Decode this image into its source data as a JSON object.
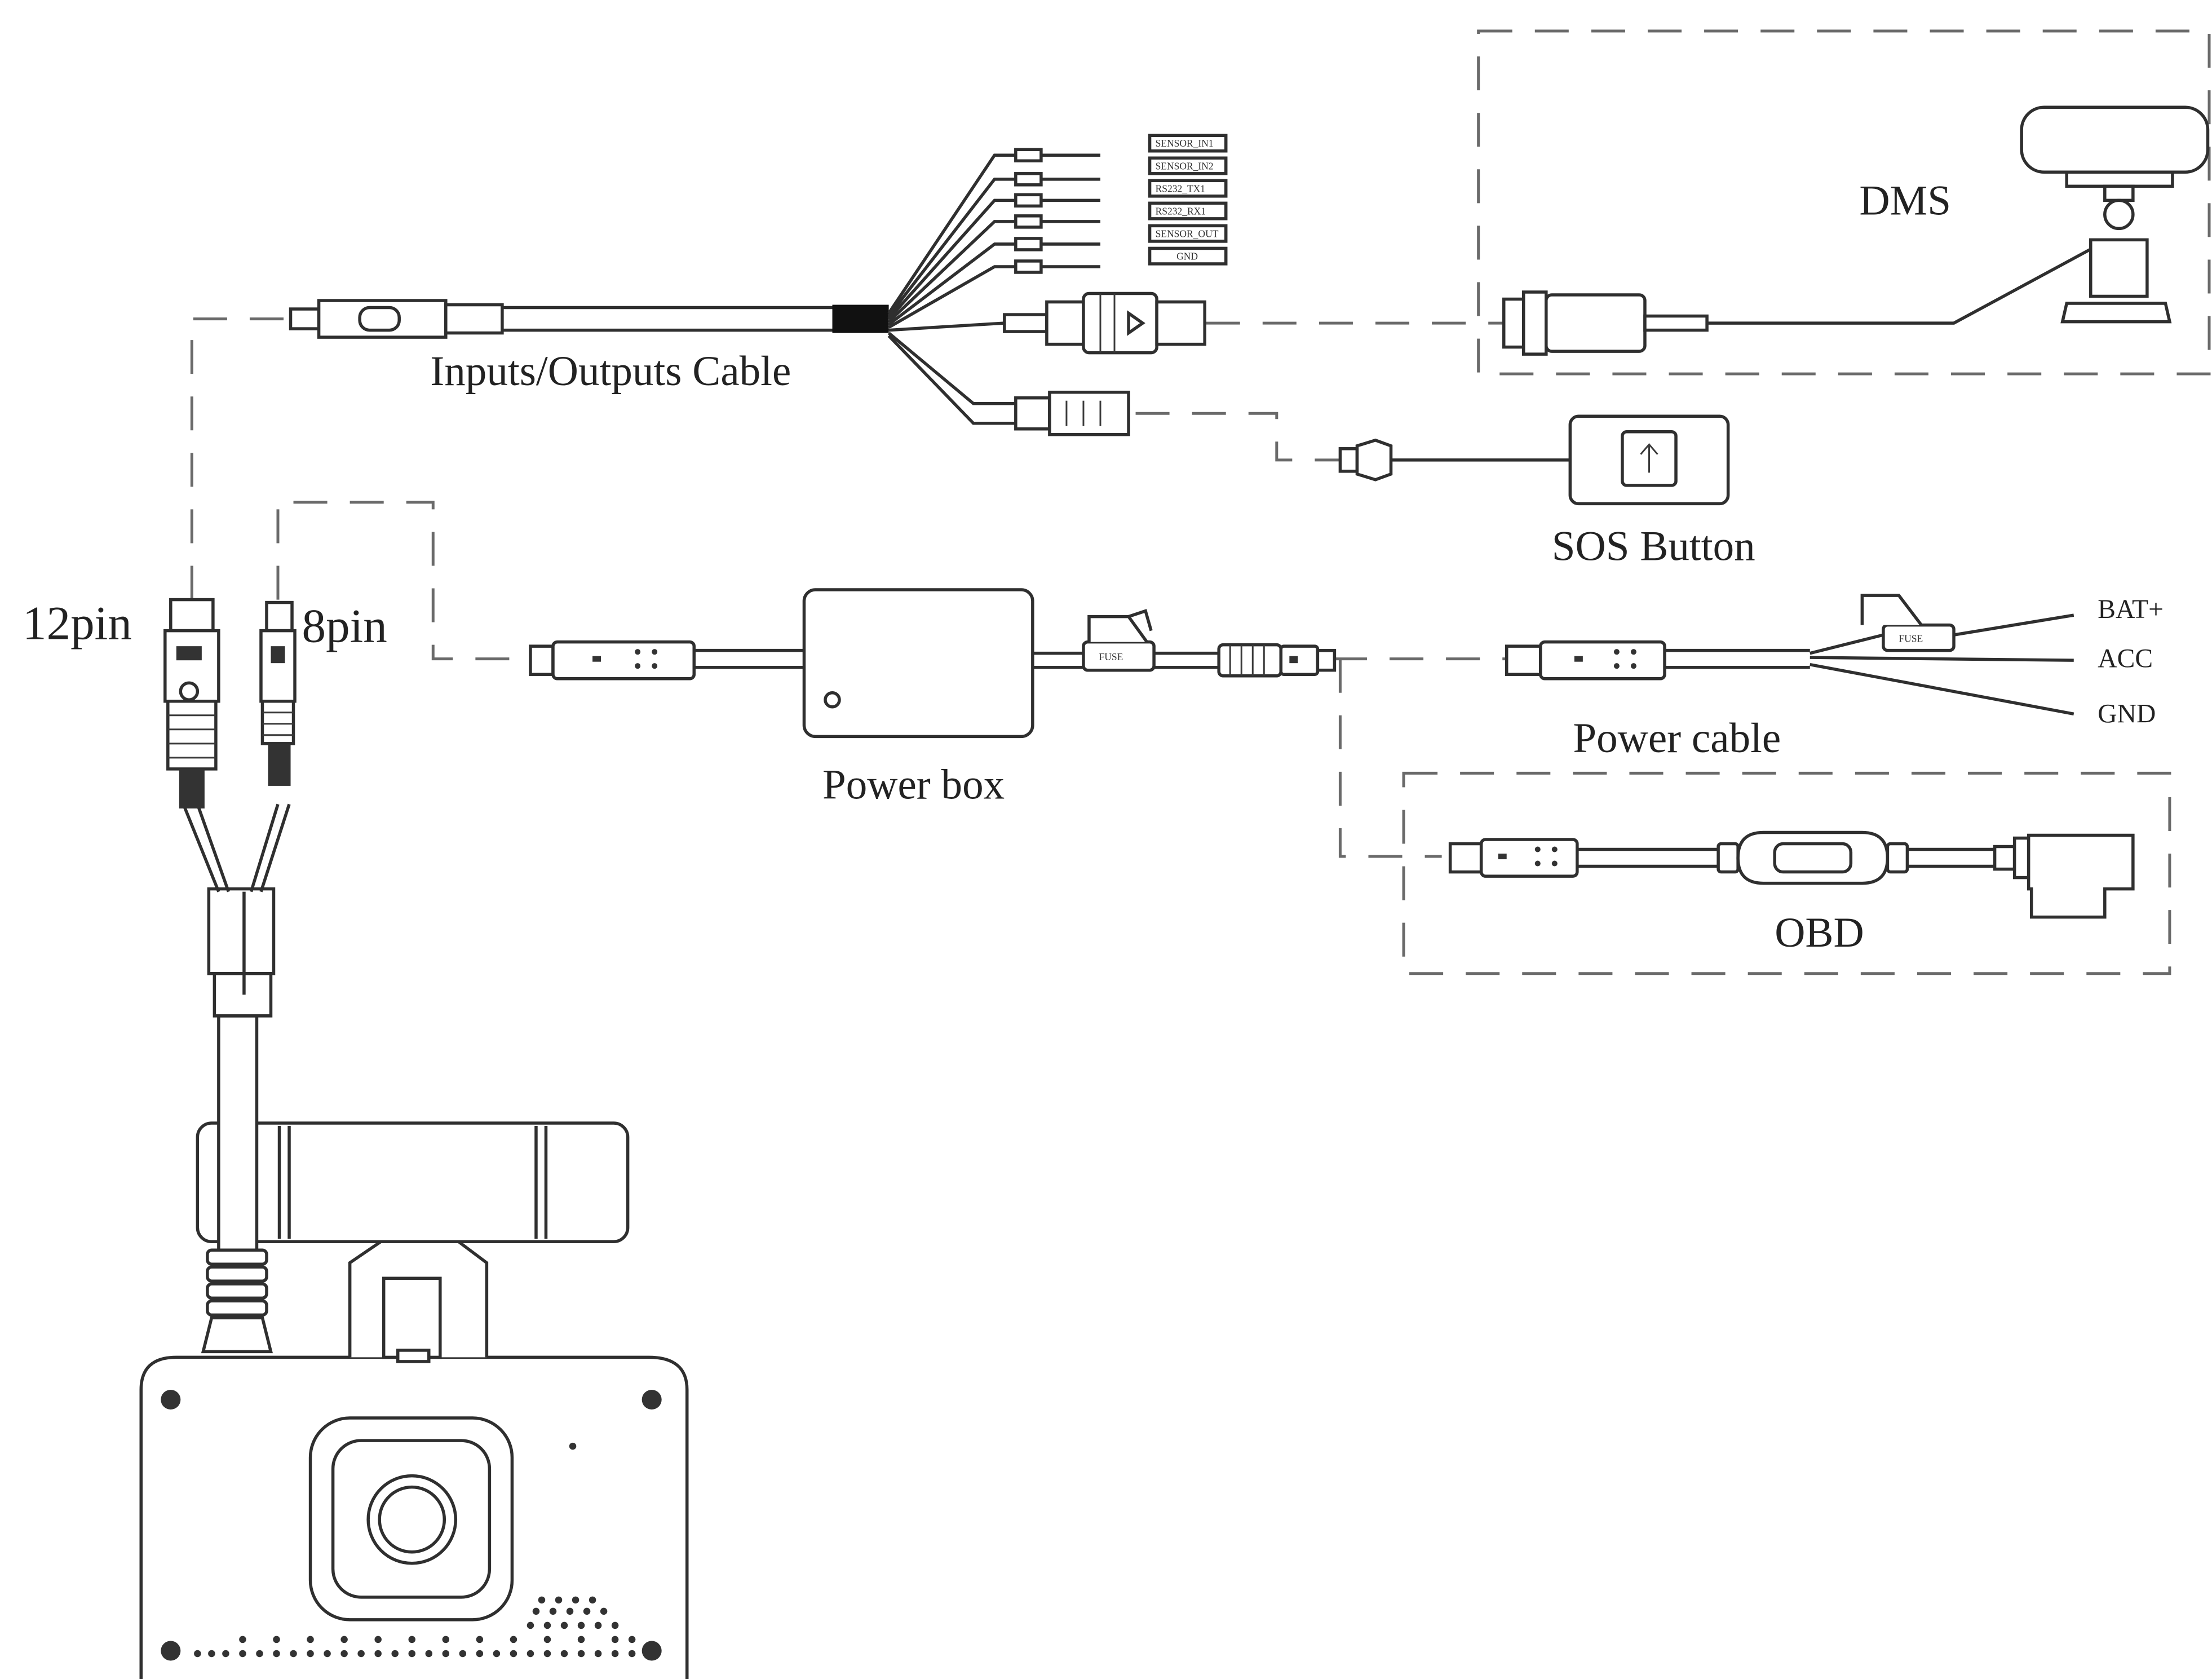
{
  "labels": {
    "io_cable": "Inputs/Outputs Cable",
    "dms": "DMS",
    "sos_button": "SOS Button",
    "pin12": "12pin",
    "pin8": "8pin",
    "power_box": "Power box",
    "power_cable": "Power cable",
    "obd": "OBD",
    "bat": "BAT+",
    "acc": "ACC",
    "gnd": "GND"
  },
  "io_wire_tags": [
    "SENSOR_IN1",
    "SENSOR_IN2",
    "RS232_TX1",
    "RS232_RX1",
    "SENSOR_OUT",
    "GND"
  ],
  "fuse_text": "FUSE",
  "colors": {
    "line": "#2f2f2f",
    "dashed_line": "#6a6a6a",
    "text": "#222222",
    "background": "#ffffff"
  }
}
